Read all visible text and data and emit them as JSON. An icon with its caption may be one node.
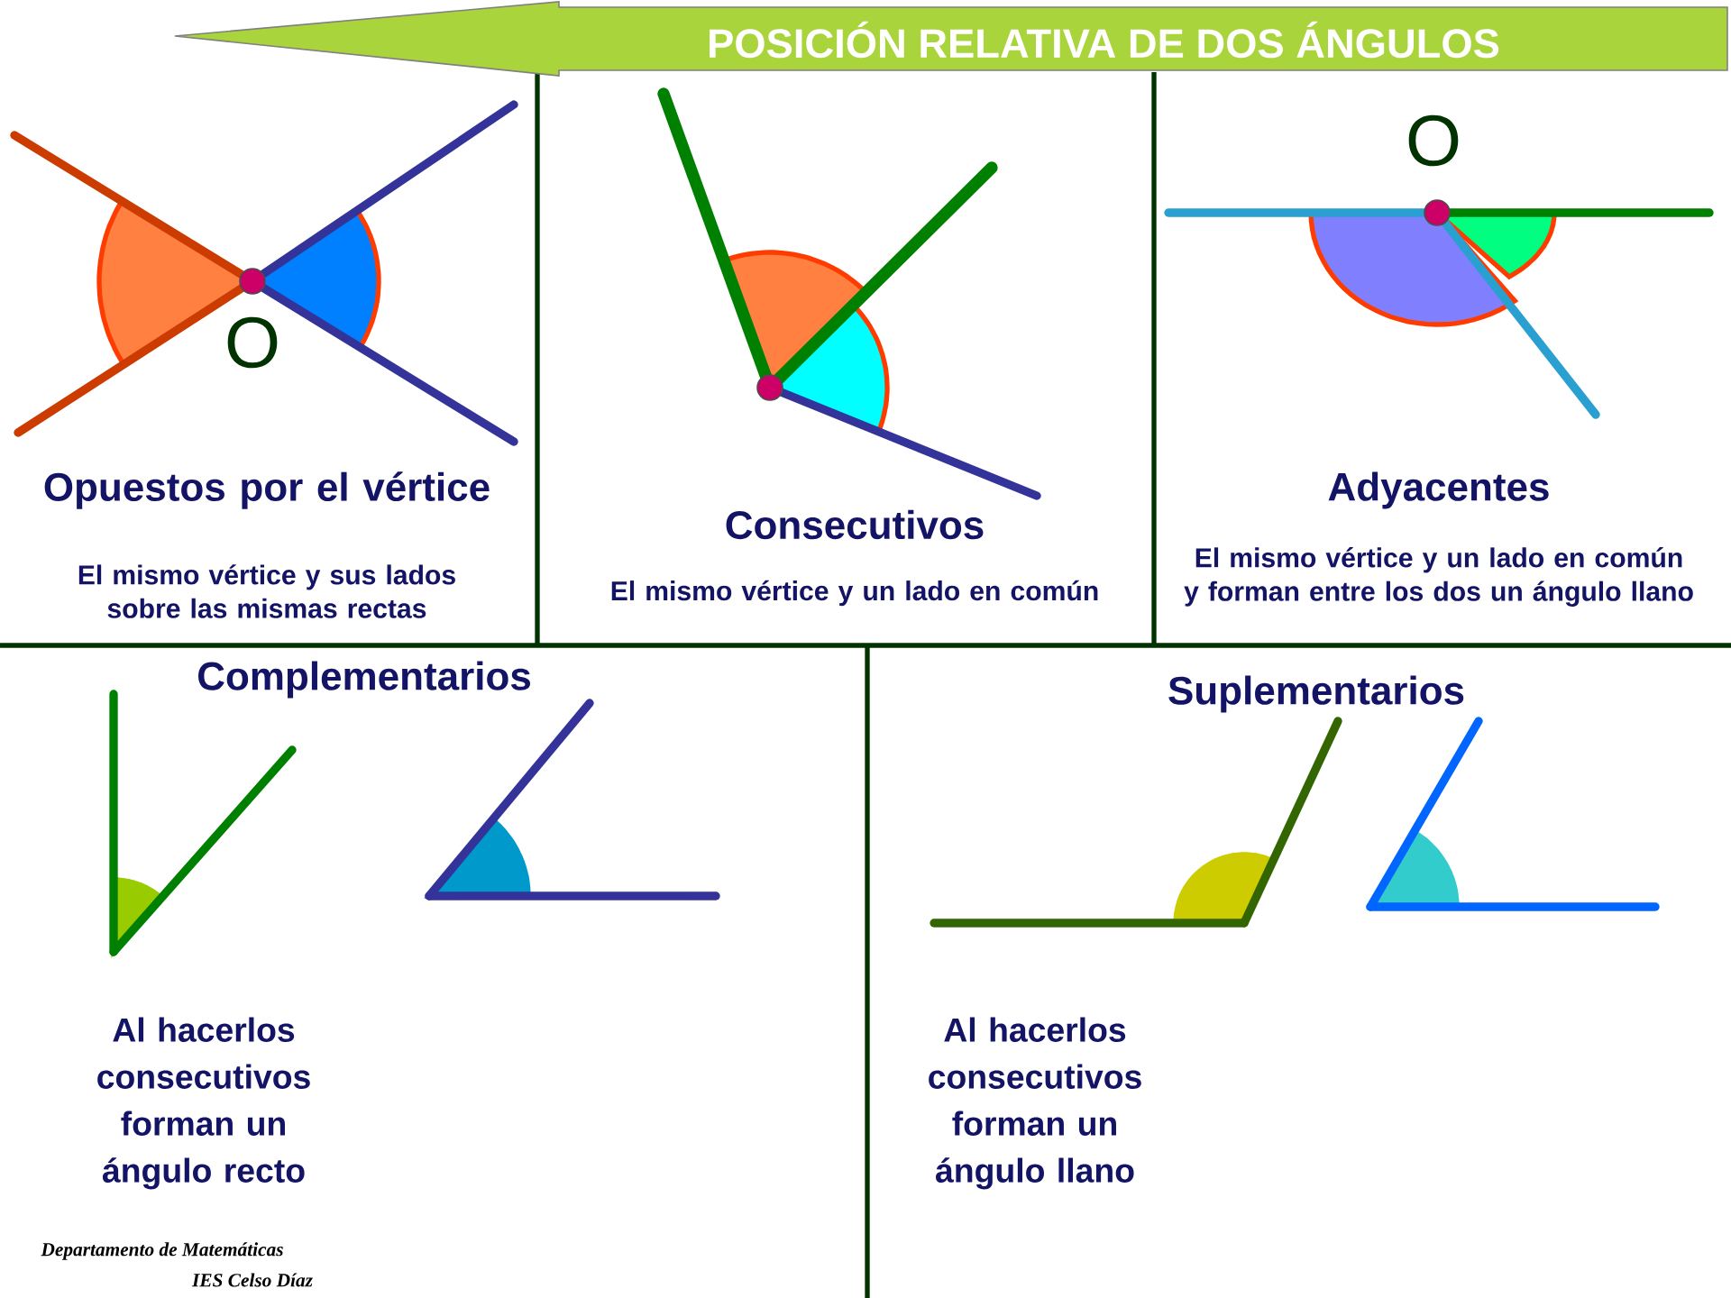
{
  "diagram": {
    "title": "POSICIÓN RELATIVA DE DOS ÁNGULOS",
    "labels": [
      "O",
      "Opuestos por el vértice",
      "El mismo vértice y sus lados sobre las mismas rectas",
      "Consecutivos",
      "El mismo vértice y un lado en común",
      "O",
      "Adyacentes",
      "El mismo vértice y un lado en común y forman entre los dos un ángulo llano",
      "Complementarios",
      "Al hacerlos consecutivos forman un ángulo recto",
      "Suplementarios",
      "Al hacerlos consecutivos forman un ángulo llano",
      "Departamento de Matemáticas",
      "IES Celso Díaz"
    ]
  }
}
